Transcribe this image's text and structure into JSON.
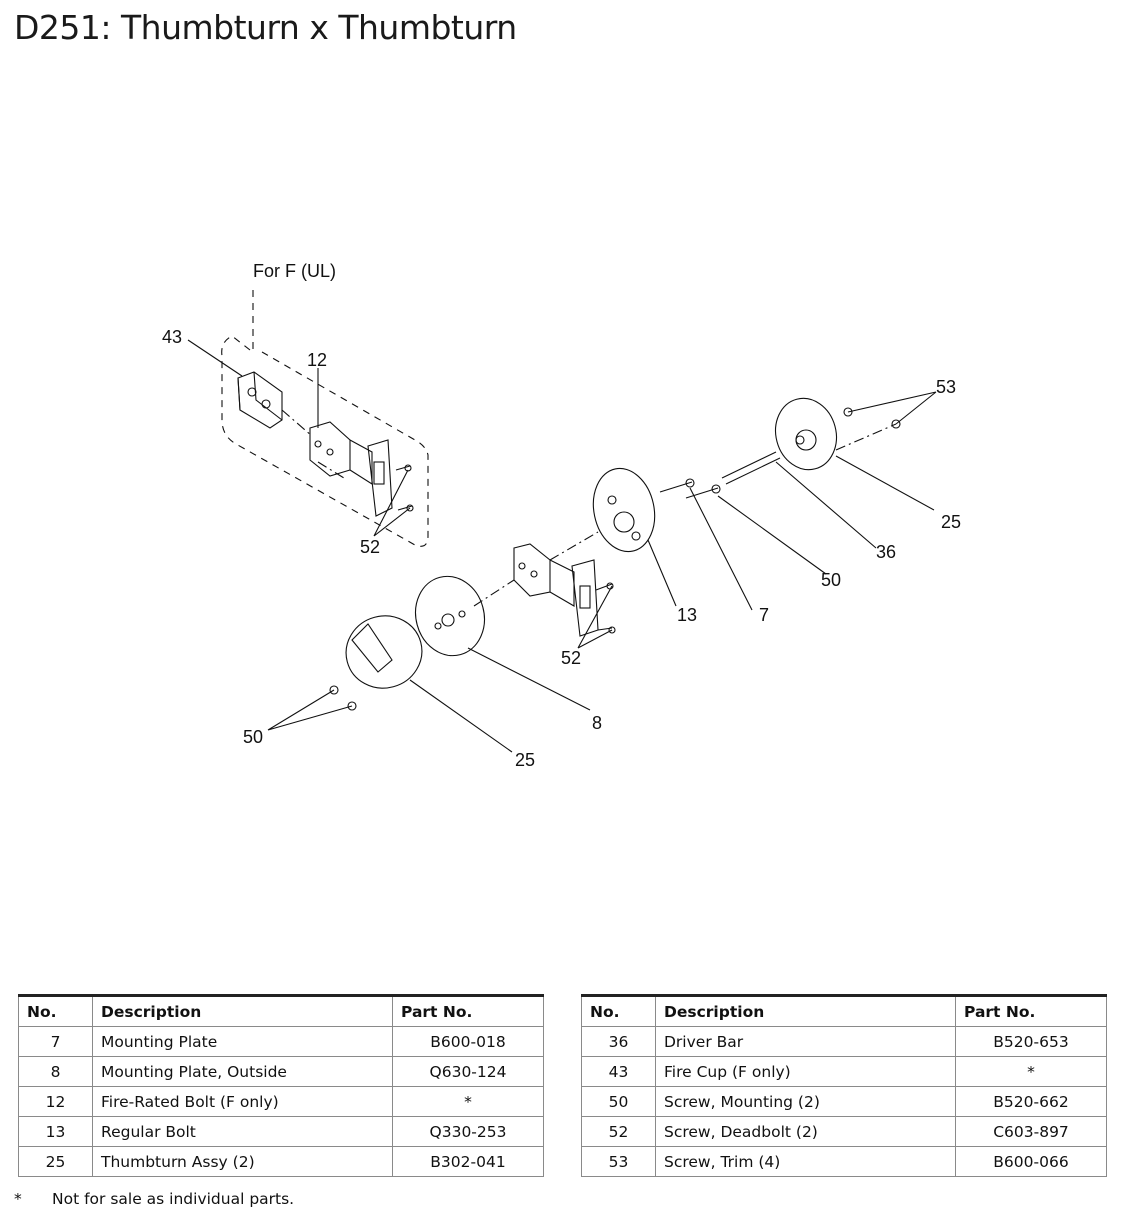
{
  "title": "D251: Thumbturn x Thumbturn",
  "diagram": {
    "note": "For F (UL)",
    "callouts": [
      "43",
      "12",
      "52",
      "53",
      "25",
      "36",
      "50",
      "13",
      "7",
      "52",
      "8",
      "50",
      "25"
    ]
  },
  "table_headers": {
    "no": "No.",
    "description": "Description",
    "part_no": "Part No."
  },
  "parts_left": [
    {
      "no": "7",
      "description": "Mounting Plate",
      "part_no": "B600-018"
    },
    {
      "no": "8",
      "description": "Mounting Plate, Outside",
      "part_no": "Q630-124"
    },
    {
      "no": "12",
      "description": "Fire-Rated Bolt (F only)",
      "part_no": "*"
    },
    {
      "no": "13",
      "description": "Regular Bolt",
      "part_no": "Q330-253"
    },
    {
      "no": "25",
      "description": "Thumbturn Assy (2)",
      "part_no": "B302-041"
    }
  ],
  "parts_right": [
    {
      "no": "36",
      "description": "Driver Bar",
      "part_no": "B520-653"
    },
    {
      "no": "43",
      "description": "Fire Cup (F only)",
      "part_no": "*"
    },
    {
      "no": "50",
      "description": "Screw, Mounting (2)",
      "part_no": "B520-662"
    },
    {
      "no": "52",
      "description": "Screw, Deadbolt (2)",
      "part_no": "C603-897"
    },
    {
      "no": "53",
      "description": "Screw, Trim (4)",
      "part_no": "B600-066"
    }
  ],
  "footnote": {
    "symbol": "*",
    "text": "Not for sale as individual parts."
  }
}
